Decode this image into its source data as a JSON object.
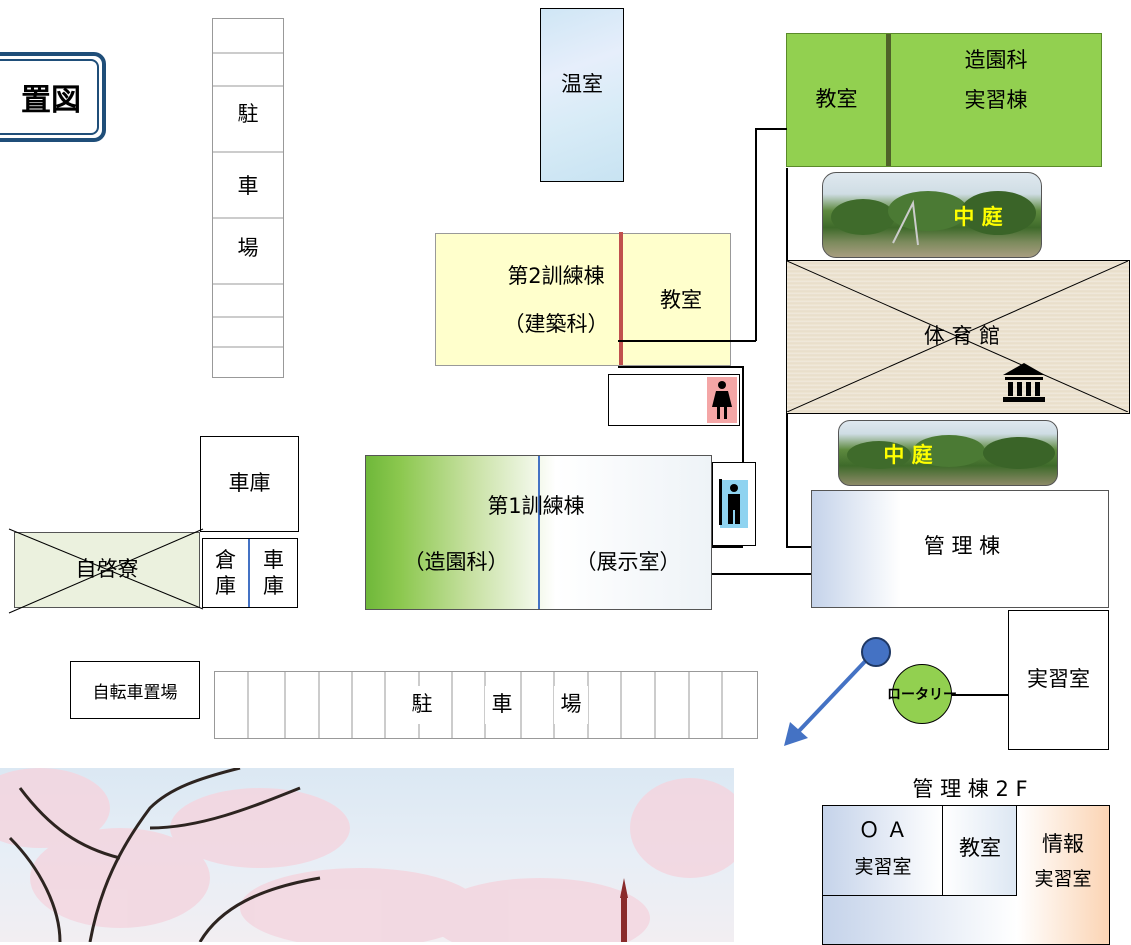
{
  "map_title": "置図",
  "parking_vertical": {
    "label_1": "駐",
    "label_2": "車",
    "label_3": "場"
  },
  "greenhouse": {
    "label": "温室"
  },
  "landscape_building": {
    "classroom": "教室",
    "name_line1": "造園科",
    "name_line2": "実習棟"
  },
  "courtyard_top": {
    "label": "中 庭"
  },
  "training_building_2": {
    "name": "第2訓練棟",
    "dept": "（建築科）",
    "classroom": "教室"
  },
  "gym": {
    "label": "体 育 館"
  },
  "courtyard_mid": {
    "label": "中 庭"
  },
  "garage": {
    "label": "車庫"
  },
  "dormitory": {
    "label": "自啓寮"
  },
  "storage": {
    "label": "倉\n庫"
  },
  "garage_small": {
    "label": "車\n庫"
  },
  "training_building_1": {
    "name": "第1訓練棟",
    "dept": "（造園科）",
    "showroom": "（展示室）"
  },
  "admin_building": {
    "label": "管 理 棟"
  },
  "bicycle_parking": {
    "label": "自転車置場"
  },
  "parking_horizontal": {
    "label_1": "駐",
    "label_2": "車",
    "label_3": "場"
  },
  "rotary": {
    "label": "ロータリー"
  },
  "practice_room": {
    "label": "実習室"
  },
  "admin_2f": {
    "title": "管 理 棟 2 F",
    "oa_line1": "Ｏ Ａ",
    "oa_line2": "実習室",
    "classroom": "教室",
    "info_line1": "情報",
    "info_line2": "実習室"
  },
  "colors": {
    "landscape_green": "#92d050",
    "cream": "#ffffcc",
    "title_border": "#1f4e79",
    "marker_blue": "#4472c4",
    "red_divider": "#c0504d",
    "yellow_text": "#ffff00",
    "rotary_green": "#92d050"
  },
  "icons": [
    "womens-restroom-icon",
    "mens-restroom-icon",
    "gym-building-icon"
  ]
}
